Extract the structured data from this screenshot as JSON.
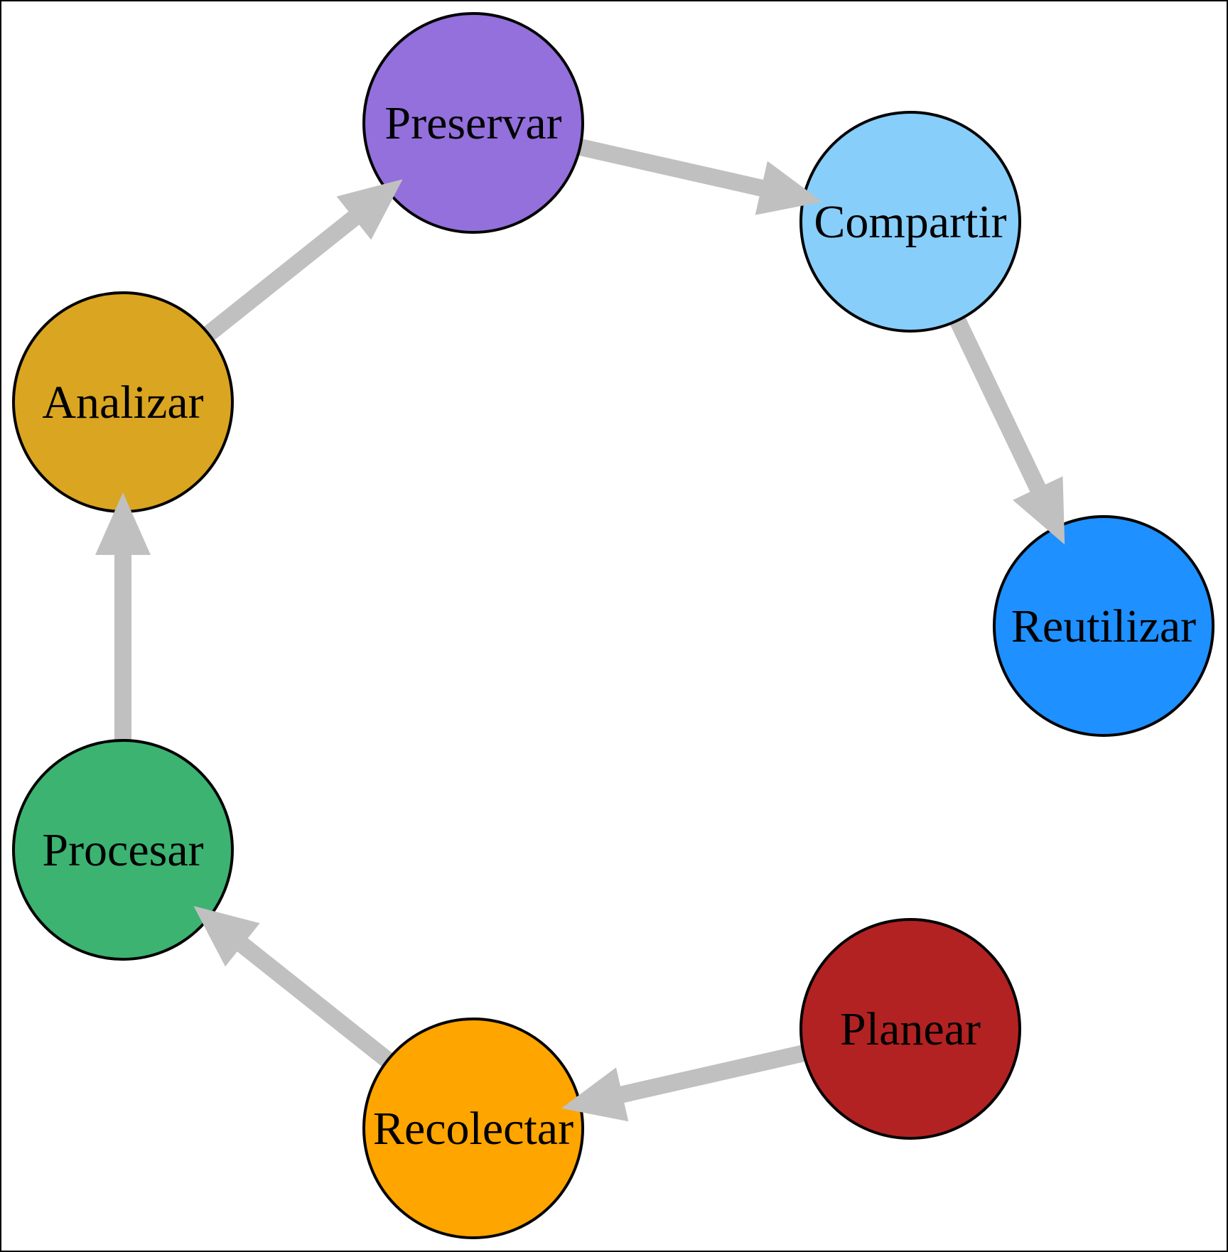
{
  "diagram": {
    "title": "Ciclo de vida de los datos",
    "edge_color": "#C0C0C0",
    "nodes": [
      {
        "id": "preservar",
        "label": "Preservar",
        "color": "#9370DB"
      },
      {
        "id": "compartir",
        "label": "Compartir",
        "color": "#87CEFA"
      },
      {
        "id": "reutilizar",
        "label": "Reutilizar",
        "color": "#1E90FF"
      },
      {
        "id": "planear",
        "label": "Planear",
        "color": "#B22222"
      },
      {
        "id": "recolectar",
        "label": "Recolectar",
        "color": "#FFA500"
      },
      {
        "id": "procesar",
        "label": "Procesar",
        "color": "#3CB371"
      },
      {
        "id": "analizar",
        "label": "Analizar",
        "color": "#DAA520"
      }
    ],
    "edges": [
      {
        "from": "planear",
        "to": "recolectar"
      },
      {
        "from": "recolectar",
        "to": "procesar"
      },
      {
        "from": "procesar",
        "to": "analizar"
      },
      {
        "from": "analizar",
        "to": "preservar"
      },
      {
        "from": "preservar",
        "to": "compartir"
      },
      {
        "from": "compartir",
        "to": "reutilizar"
      }
    ]
  }
}
